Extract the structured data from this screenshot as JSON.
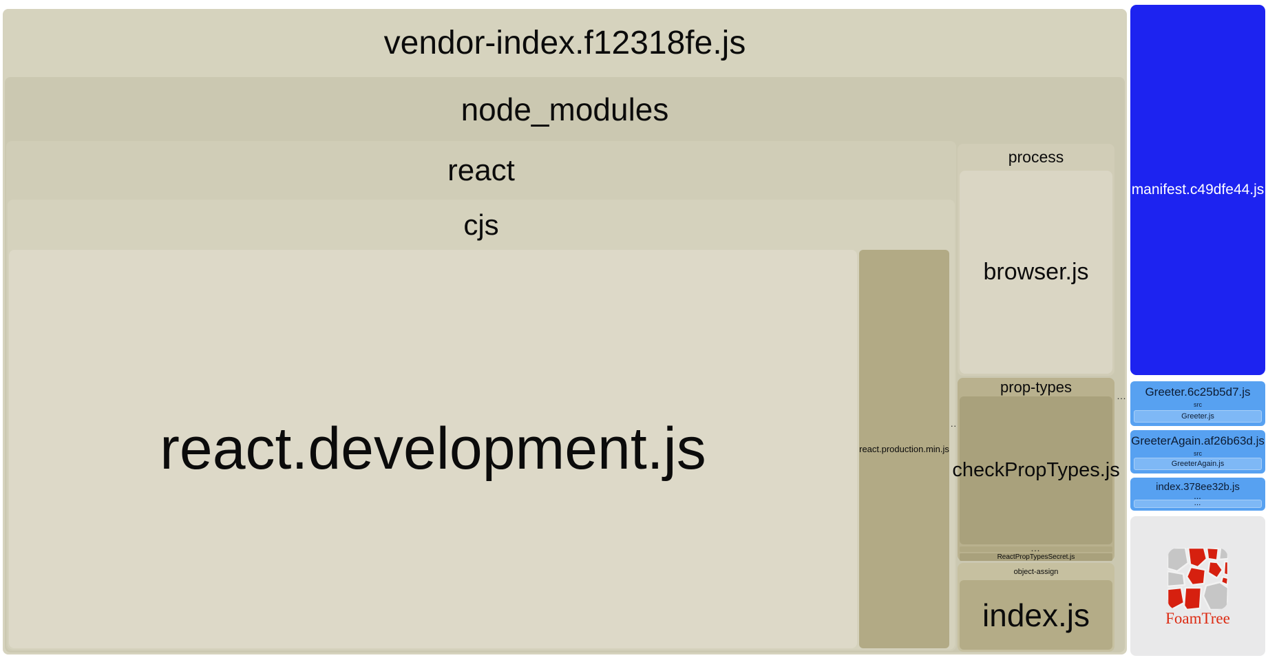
{
  "colors": {
    "label_color": "#0b0b0b",
    "vendor_bg": "#d6d3be",
    "node_modules_bg": "#cbc8b1",
    "react_bg": "#d0cdb7",
    "cjs_bg": "#d5d2bd",
    "react_dev_bg": "#ddd9c8",
    "react_prod_bg": "#b2aa85",
    "process_bg": "#d1cdb7",
    "browser_bg": "#dad6c4",
    "prop_types_bg": "#b9b18e",
    "check_bg": "#a9a17c",
    "hidden_bg": "#b0a883",
    "secret_bg": "#a9a17c",
    "object_assign_bg": "#c6c0a0",
    "index_bg": "#b4ac87",
    "manifest_bg": "#1d23f0",
    "manifest_text": "#ffffff",
    "chunk_blue": "#57a1f1",
    "chunk_bar": "#7eb8f6",
    "chunk_bar_border": "#a8cff8",
    "chunk_text": "#0d1c33",
    "foamtree_bg": "#e9e9ea",
    "foamtree_red": "#d6200f",
    "foamtree_gray": "#c6c6c6",
    "foamtree_text": "#dc2a12"
  },
  "treemap": {
    "vendor_label": "vendor-index.f12318fe.js",
    "node_modules_label": "node_modules",
    "react_label": "react",
    "cjs_label": "cjs",
    "react_development_label": "react.development.js",
    "react_production_label": "react.production.min.js",
    "process_label": "process",
    "browser_label": "browser.js",
    "prop_types_label": "prop-types",
    "check_prop_types_label": "checkPropTypes.js",
    "prop_types_hidden_dots": "...",
    "react_prop_types_secret_label": "ReactPropTypesSecret.js",
    "object_assign_label": "object-assign",
    "object_assign_index_label": "index.js",
    "more_modules_dots_left": "..",
    "more_modules_dots_right": "..."
  },
  "chunks": {
    "manifest_label": "manifest.c49dfe44.js",
    "greeter": {
      "title": "Greeter.6c25b5d7.js",
      "src_label": "src",
      "file_label": "Greeter.js"
    },
    "greeter_again": {
      "title": "GreeterAgain.af26b63d.js",
      "src_label": "src",
      "file_label": "GreeterAgain.js"
    },
    "index_chunk": {
      "title": "index.378ee32b.js",
      "hidden_dots": "...",
      "bar_dots": "..."
    }
  },
  "attribution": {
    "brand": "FoamTree"
  },
  "chart_data": {
    "type": "treemap",
    "title": "",
    "legend": "none",
    "chunks": [
      {
        "name": "vendor-index.f12318fe.js",
        "children": [
          {
            "name": "node_modules",
            "children": [
              {
                "name": "react",
                "children": [
                  {
                    "name": "cjs",
                    "children": [
                      {
                        "name": "react.development.js",
                        "relative_area": "large"
                      },
                      {
                        "name": "react.production.min.js",
                        "relative_area": "small"
                      }
                    ]
                  }
                ]
              },
              {
                "name": "process",
                "children": [
                  {
                    "name": "browser.js"
                  }
                ]
              },
              {
                "name": "prop-types",
                "children": [
                  {
                    "name": "checkPropTypes.js"
                  },
                  {
                    "name": "ReactPropTypesSecret.js"
                  }
                ]
              },
              {
                "name": "object-assign",
                "children": [
                  {
                    "name": "index.js"
                  }
                ]
              }
            ]
          }
        ]
      },
      {
        "name": "manifest.c49dfe44.js"
      },
      {
        "name": "Greeter.6c25b5d7.js",
        "children": [
          {
            "name": "src",
            "children": [
              {
                "name": "Greeter.js"
              }
            ]
          }
        ]
      },
      {
        "name": "GreeterAgain.af26b63d.js",
        "children": [
          {
            "name": "src",
            "children": [
              {
                "name": "GreeterAgain.js"
              }
            ]
          }
        ]
      },
      {
        "name": "index.378ee32b.js"
      }
    ]
  }
}
